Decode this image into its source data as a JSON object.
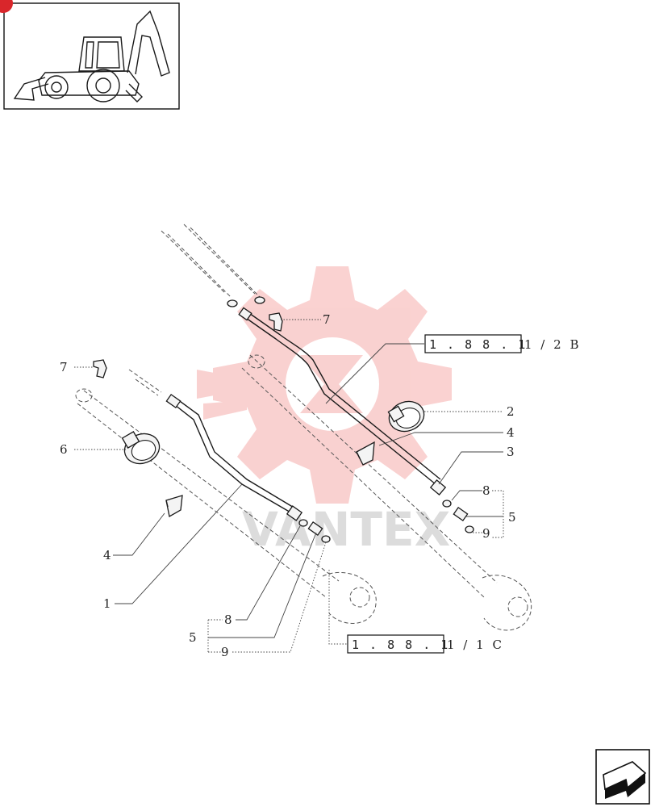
{
  "diagram": {
    "callouts": {
      "c7_top": "7",
      "c7_left": "7",
      "c6": "6",
      "c4_left": "4",
      "c1": "1",
      "c8_bottom": "8",
      "c5_bottom": "5",
      "c9_bottom": "9",
      "c2": "2",
      "c4_right": "4",
      "c3": "3",
      "c8_right": "8",
      "c5_right": "5",
      "c9_right": "9"
    },
    "references": {
      "top": {
        "code": "1 . 8 8 . 1",
        "suffix": "1 / 2 B"
      },
      "bottom": {
        "code": "1 . 8 8 . 1",
        "suffix": "1 / 1 C"
      }
    },
    "watermark": "VANTEX"
  }
}
